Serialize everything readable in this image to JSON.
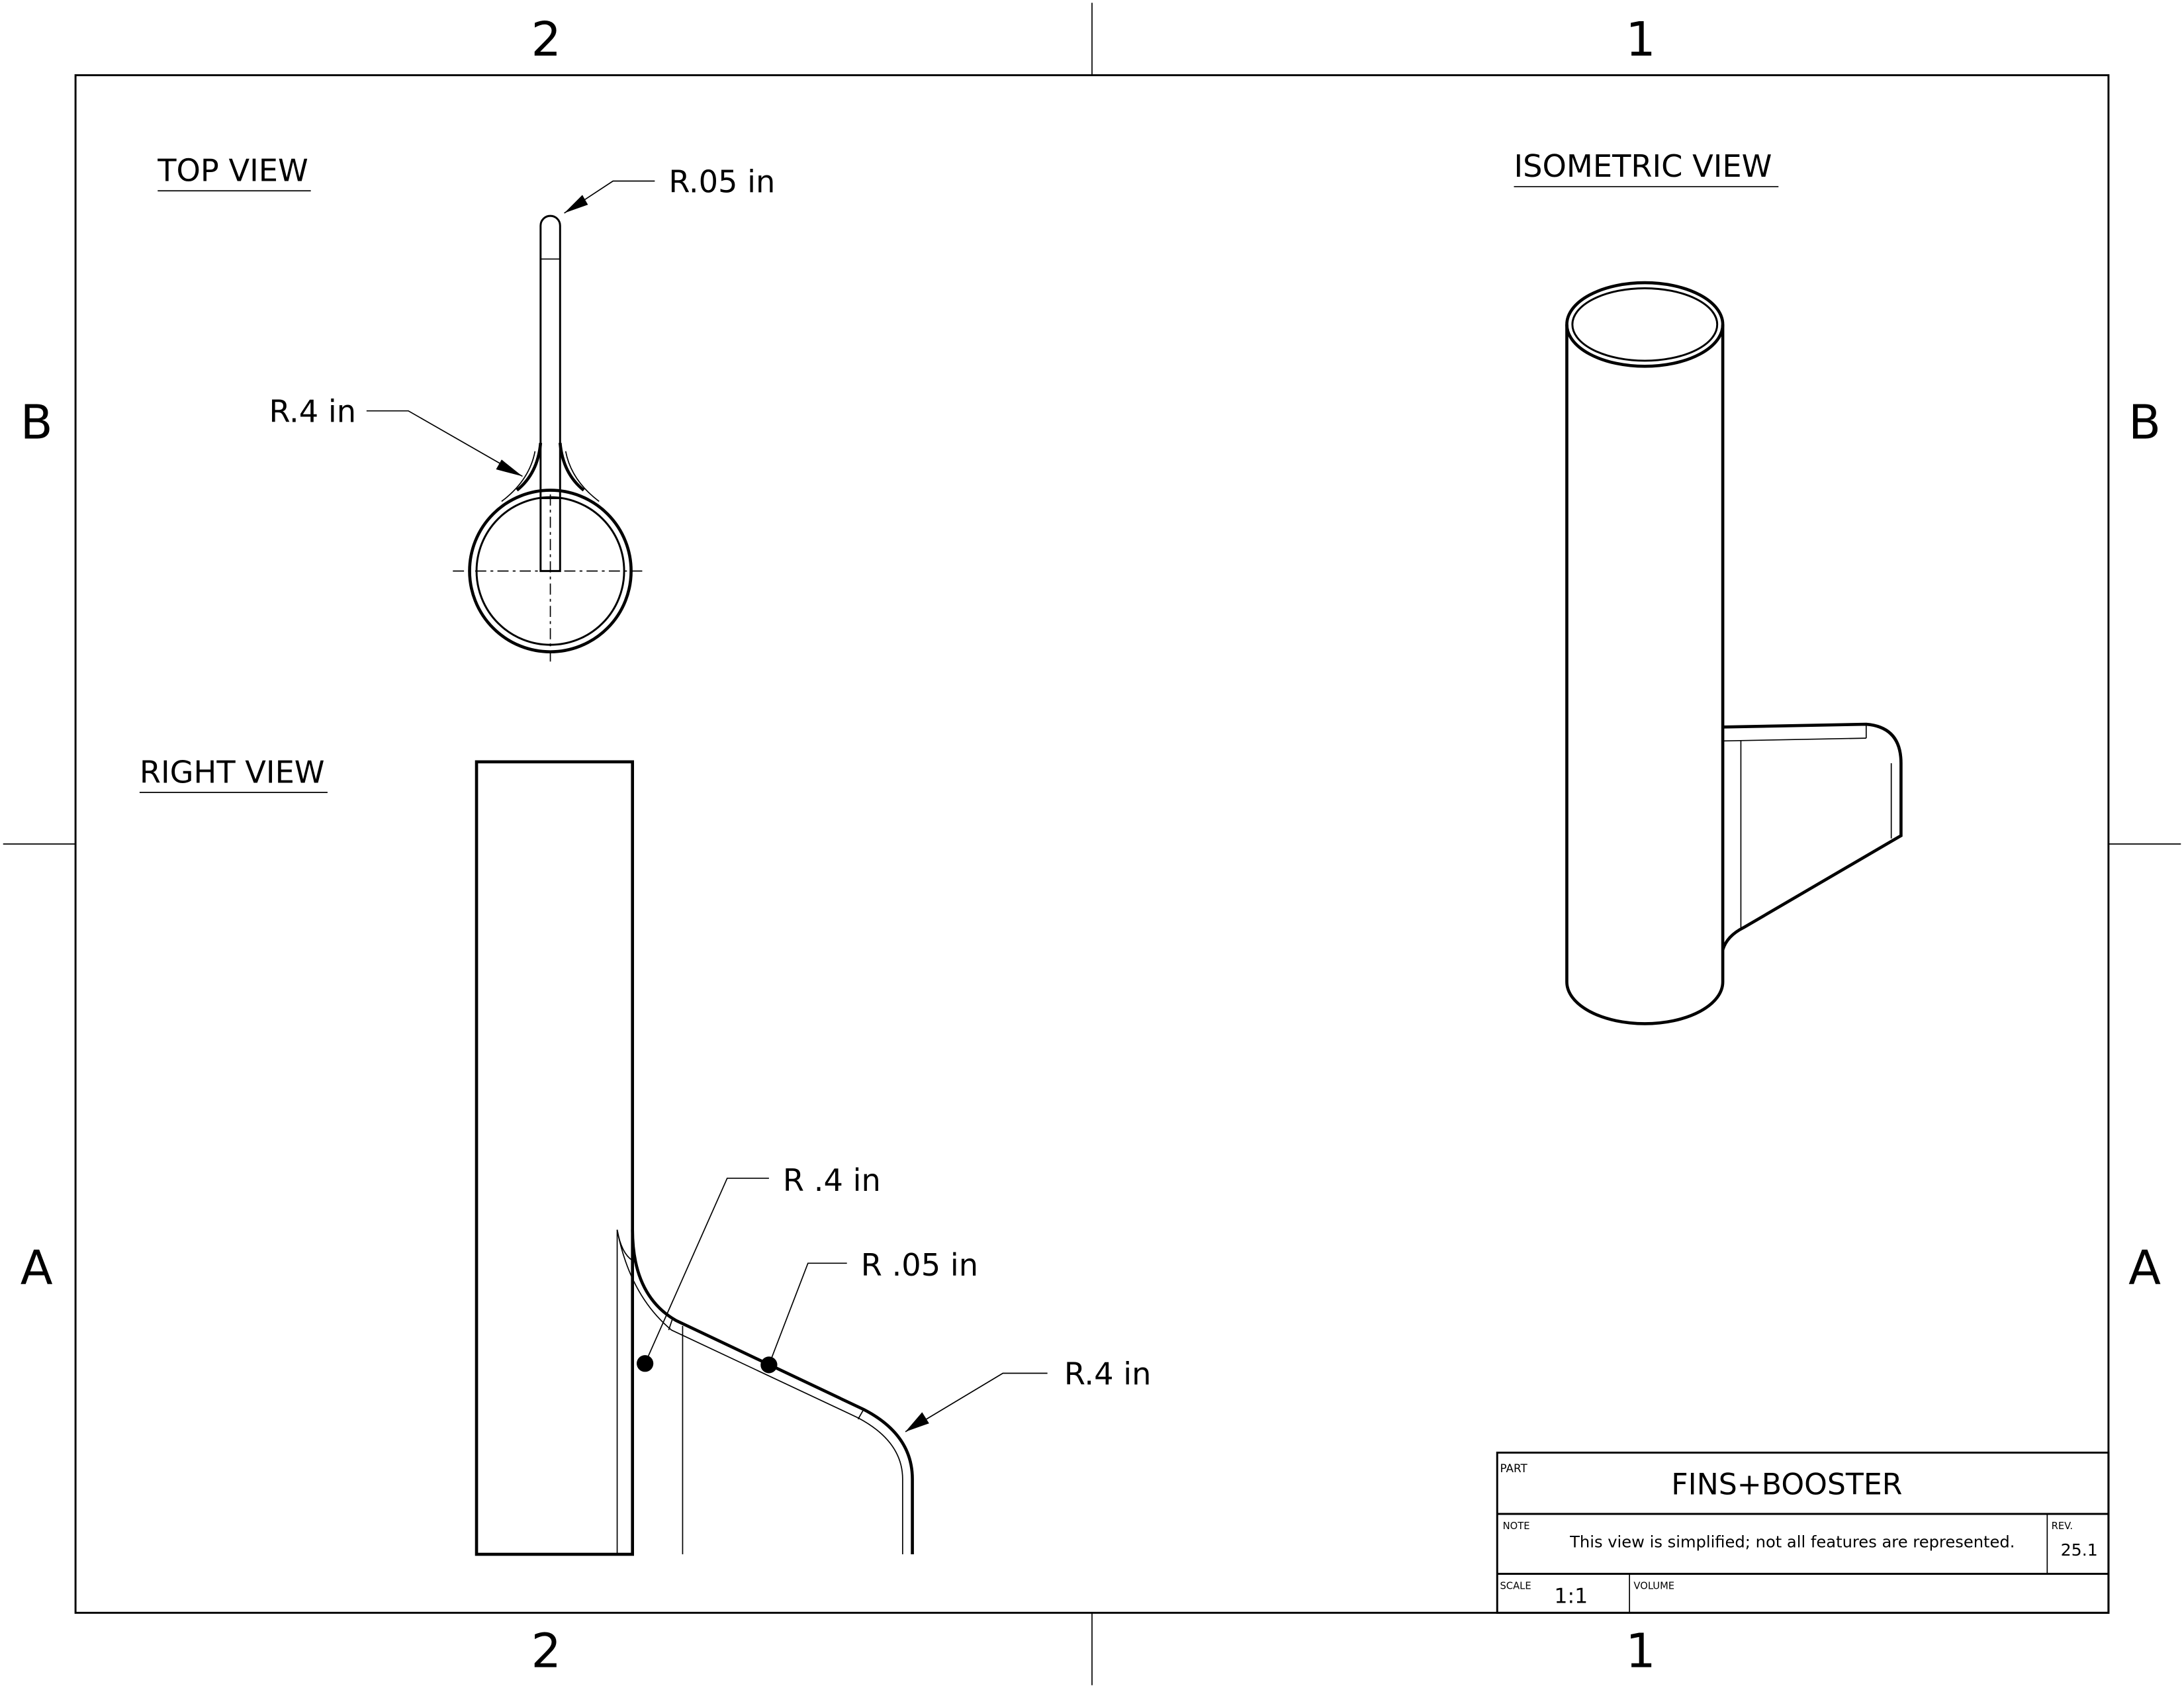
{
  "zones": {
    "col_left": "2",
    "col_right": "1",
    "row_top": "B",
    "row_bottom": "A"
  },
  "views": {
    "top": {
      "label": "TOP VIEW",
      "dims": [
        "R.05 in",
        "R.4 in"
      ]
    },
    "right": {
      "label": "RIGHT VIEW",
      "dims": [
        "R .4 in",
        "R .05 in",
        "R.4 in"
      ]
    },
    "isometric": {
      "label": "ISOMETRIC VIEW"
    }
  },
  "title_block": {
    "part_label": "PART",
    "part_name": "FINS+BOOSTER",
    "note_label": "NOTE",
    "note": "This view is simplified; not all features are represented.",
    "rev_label": "REV.",
    "rev": "25.1",
    "scale_label": "SCALE",
    "scale": "1:1",
    "volume_label": "VOLUME"
  }
}
